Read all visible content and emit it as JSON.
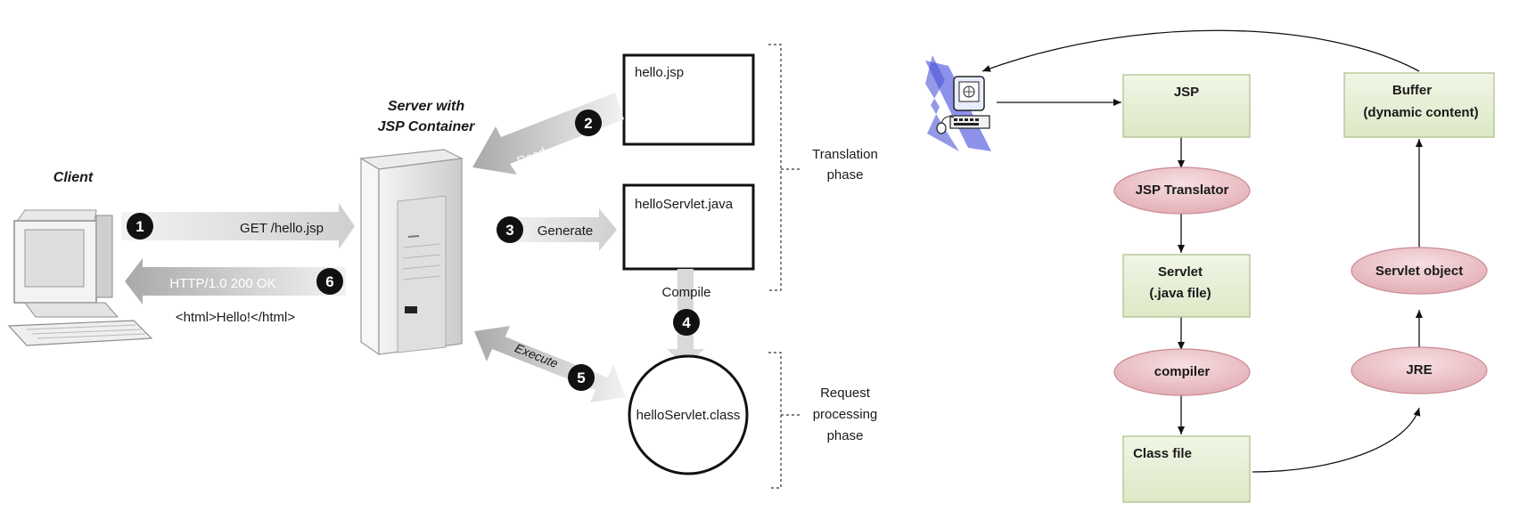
{
  "left_diagram": {
    "client_label": "Client",
    "server_label_line1": "Server with",
    "server_label_line2": "JSP Container",
    "steps": {
      "s1": "1",
      "s2": "2",
      "s3": "3",
      "s4": "4",
      "s5": "5",
      "s6": "6"
    },
    "arrows": {
      "get_request": "GET /hello.jsp",
      "read": "Read",
      "generate": "Generate",
      "compile": "Compile",
      "execute": "Execute",
      "response_status": "HTTP/1.0 200 OK",
      "response_body": "<html>Hello!</html>"
    },
    "files": {
      "jsp": "hello.jsp",
      "java": "helloServlet.java",
      "class": "helloServlet.class"
    },
    "phases": {
      "translation_line1": "Translation",
      "translation_line2": "phase",
      "request_line1": "Request",
      "request_line2": "processing",
      "request_line3": "phase"
    }
  },
  "right_diagram": {
    "jsp": "JSP",
    "translator": "JSP  Translator",
    "servlet_line1": "Servlet",
    "servlet_line2": "(.java file)",
    "compiler": "compiler",
    "class_file": "Class file",
    "jre": "JRE",
    "servlet_object": "Servlet object",
    "buffer_line1": "Buffer",
    "buffer_line2": "(dynamic content)"
  },
  "colors": {
    "box_fill": "#e6f0d3",
    "box_stroke": "#a9bf85",
    "ellipse_fill": "#ecc4c9",
    "ellipse_stroke": "#c88a93",
    "arrow_gray": "#d8d8d8",
    "badge": "#111111"
  }
}
